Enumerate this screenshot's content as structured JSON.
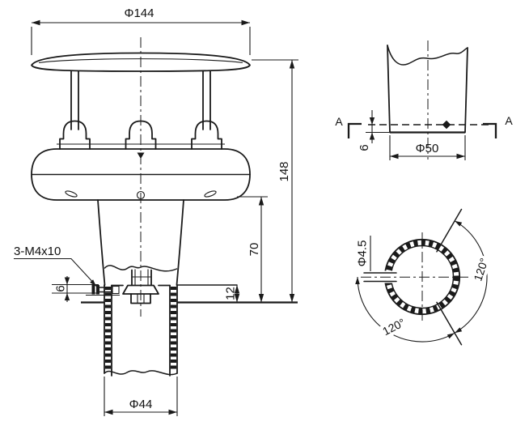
{
  "drawing": {
    "front_view": {
      "dim_cap_diameter": "Φ144",
      "dim_overall_height": "148",
      "dim_body_to_base": "70",
      "dim_insert_depth": "12",
      "dim_screw_offset": "6",
      "screw_spec_label": "3-M4x10",
      "dim_tube_diameter": "Φ44"
    },
    "pole_view": {
      "section_letter_left": "A",
      "section_letter_right": "A",
      "dim_hole_to_end": "6",
      "dim_pole_diameter": "Φ50"
    },
    "section_view": {
      "dim_hole_diameter": "Φ4.5",
      "dim_angle_upper": "120°",
      "dim_angle_lower": "120°"
    },
    "colors": {
      "line": "#1a1a1a",
      "background": "#ffffff"
    }
  }
}
